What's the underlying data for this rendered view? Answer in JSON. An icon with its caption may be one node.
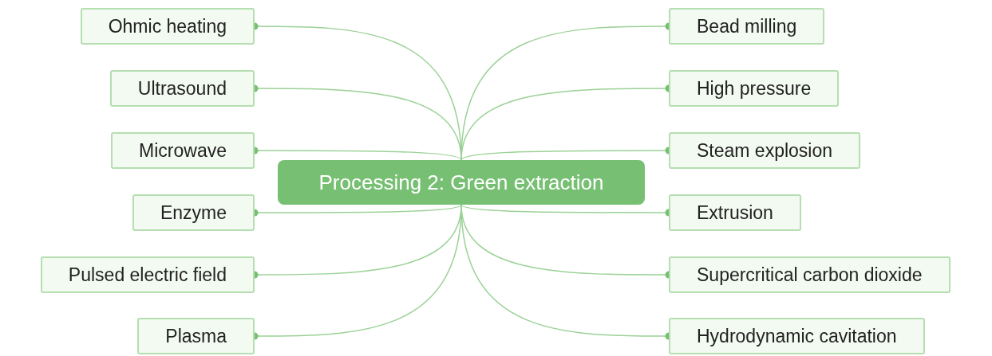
{
  "diagram": {
    "nodes": [
      {
        "text": [
          "Processing 2: Green extraction"
        ]
      },
      {
        "text": [
          "Ohmic heating"
        ]
      },
      {
        "text": [
          "Ultrasound"
        ]
      },
      {
        "text": [
          "Microwave"
        ]
      },
      {
        "text": [
          "Enzyme"
        ]
      },
      {
        "text": [
          "Pulsed electric field"
        ]
      },
      {
        "text": [
          "Plasma"
        ]
      },
      {
        "text": [
          "Bead milling"
        ]
      },
      {
        "text": [
          "High pressure"
        ]
      },
      {
        "text": [
          "Steam explosion"
        ]
      },
      {
        "text": [
          "Extrusion"
        ]
      },
      {
        "text": [
          "Supercritical carbon dioxide"
        ]
      },
      {
        "text": [
          "Hydrodynamic cavitation"
        ]
      }
    ],
    "edges": [
      {
        "from": 0,
        "to": 1,
        "arrow": "other"
      },
      {
        "from": 0,
        "to": 2,
        "arrow": "other"
      },
      {
        "from": 0,
        "to": 3,
        "arrow": "other"
      },
      {
        "from": 0,
        "to": 4,
        "arrow": "other"
      },
      {
        "from": 0,
        "to": 5,
        "arrow": "other"
      },
      {
        "from": 0,
        "to": 6,
        "arrow": "other"
      },
      {
        "from": 0,
        "to": 7,
        "arrow": "other"
      },
      {
        "from": 0,
        "to": 8,
        "arrow": "other"
      },
      {
        "from": 0,
        "to": 9,
        "arrow": "other"
      },
      {
        "from": 0,
        "to": 10,
        "arrow": "other"
      },
      {
        "from": 0,
        "to": 11,
        "arrow": "other"
      },
      {
        "from": 0,
        "to": 12,
        "arrow": "other"
      }
    ]
  }
}
